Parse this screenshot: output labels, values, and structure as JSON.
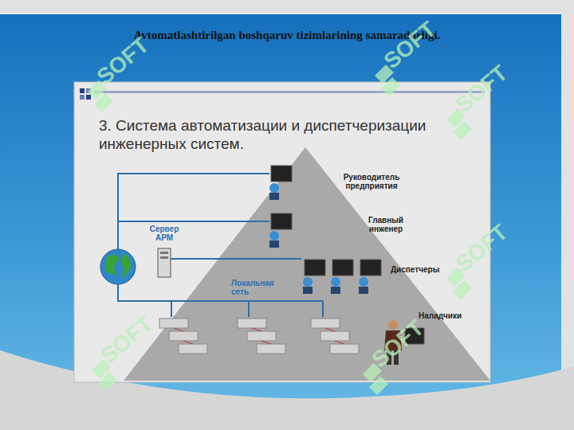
{
  "diagram": {
    "title": "Avtomatlashtirilgan boshqaruv tizimlarining samaradorligi.",
    "labels": [
      "3. Система автоматизации и диспетчеризации инженерных систем.",
      "Руководитель предприятия",
      "Главный инженер",
      "Сервер АРМ",
      "Диспетчеры",
      "Локальная сеть",
      "Наладчики",
      "SOFT",
      "SOFT",
      "SOFT",
      "SOFT",
      "SOFT",
      "SOFT"
    ]
  }
}
